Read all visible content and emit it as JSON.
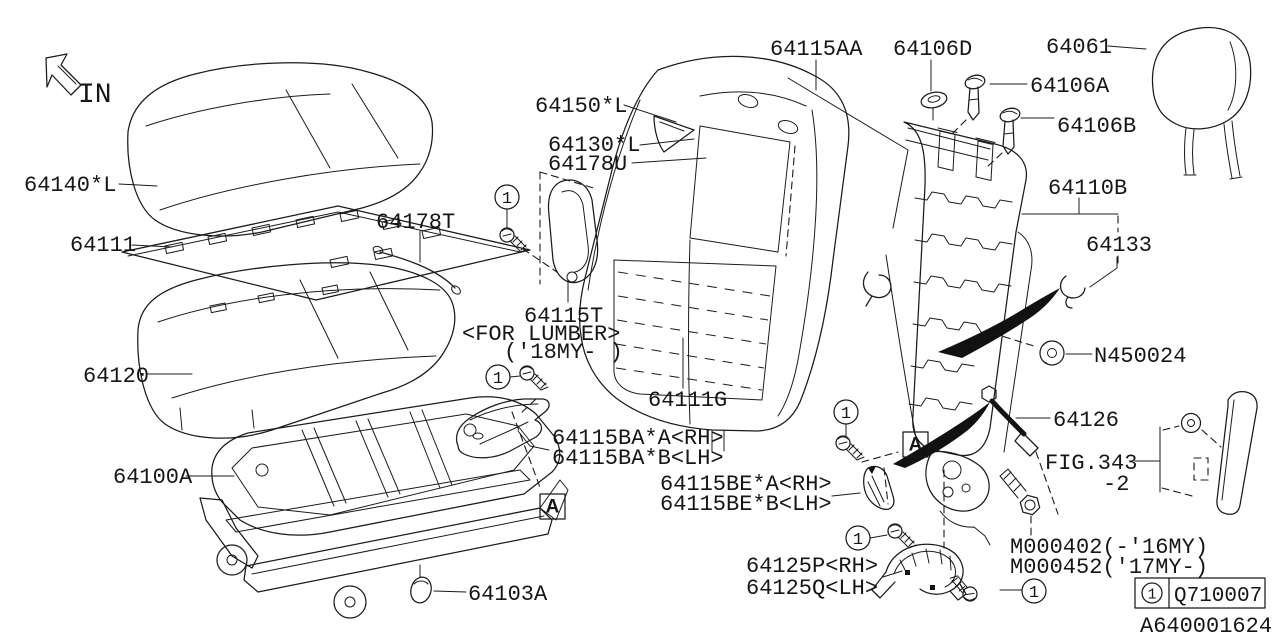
{
  "orientation": {
    "label": "IN"
  },
  "symbols": {
    "callout_ref": "1",
    "detail_ref": "A"
  },
  "legend": {
    "ref": "1",
    "part_number": "Q710007"
  },
  "footer": {
    "drawing_number": "A640001624"
  },
  "labels": {
    "p64140": "64140*L",
    "p64111": "64111",
    "p64178T": "64178T",
    "p64120": "64120",
    "p64100A": "64100A",
    "p64103A": "64103A",
    "p64150": "64150*L",
    "p64130": "64130*L",
    "p64178U": "64178U",
    "p64115T": "64115T",
    "p64115T_note1": "<FOR LUMBER>",
    "p64115T_note2": "('18MY-  )",
    "p64111G": "64111G",
    "p64115BA_rh": "64115BA*A<RH>",
    "p64115BA_lh": "64115BA*B<LH>",
    "p64115BE_rh": "64115BE*A<RH>",
    "p64115BE_lh": "64115BE*B<LH>",
    "p64115AA": "64115AA",
    "p64106D": "64106D",
    "p64106A": "64106A",
    "p64106B": "64106B",
    "p64061": "64061",
    "p64110B": "64110B",
    "p64133": "64133",
    "pN450024": "N450024",
    "p64126": "64126",
    "fig343": "FIG.343",
    "fig343_suffix": "-2",
    "m000402": "M000402(-'16MY)",
    "m000452": "M000452('17MY-)",
    "p64125_rh": "64125P<RH>",
    "p64125_lh": "64125Q<LH>"
  }
}
